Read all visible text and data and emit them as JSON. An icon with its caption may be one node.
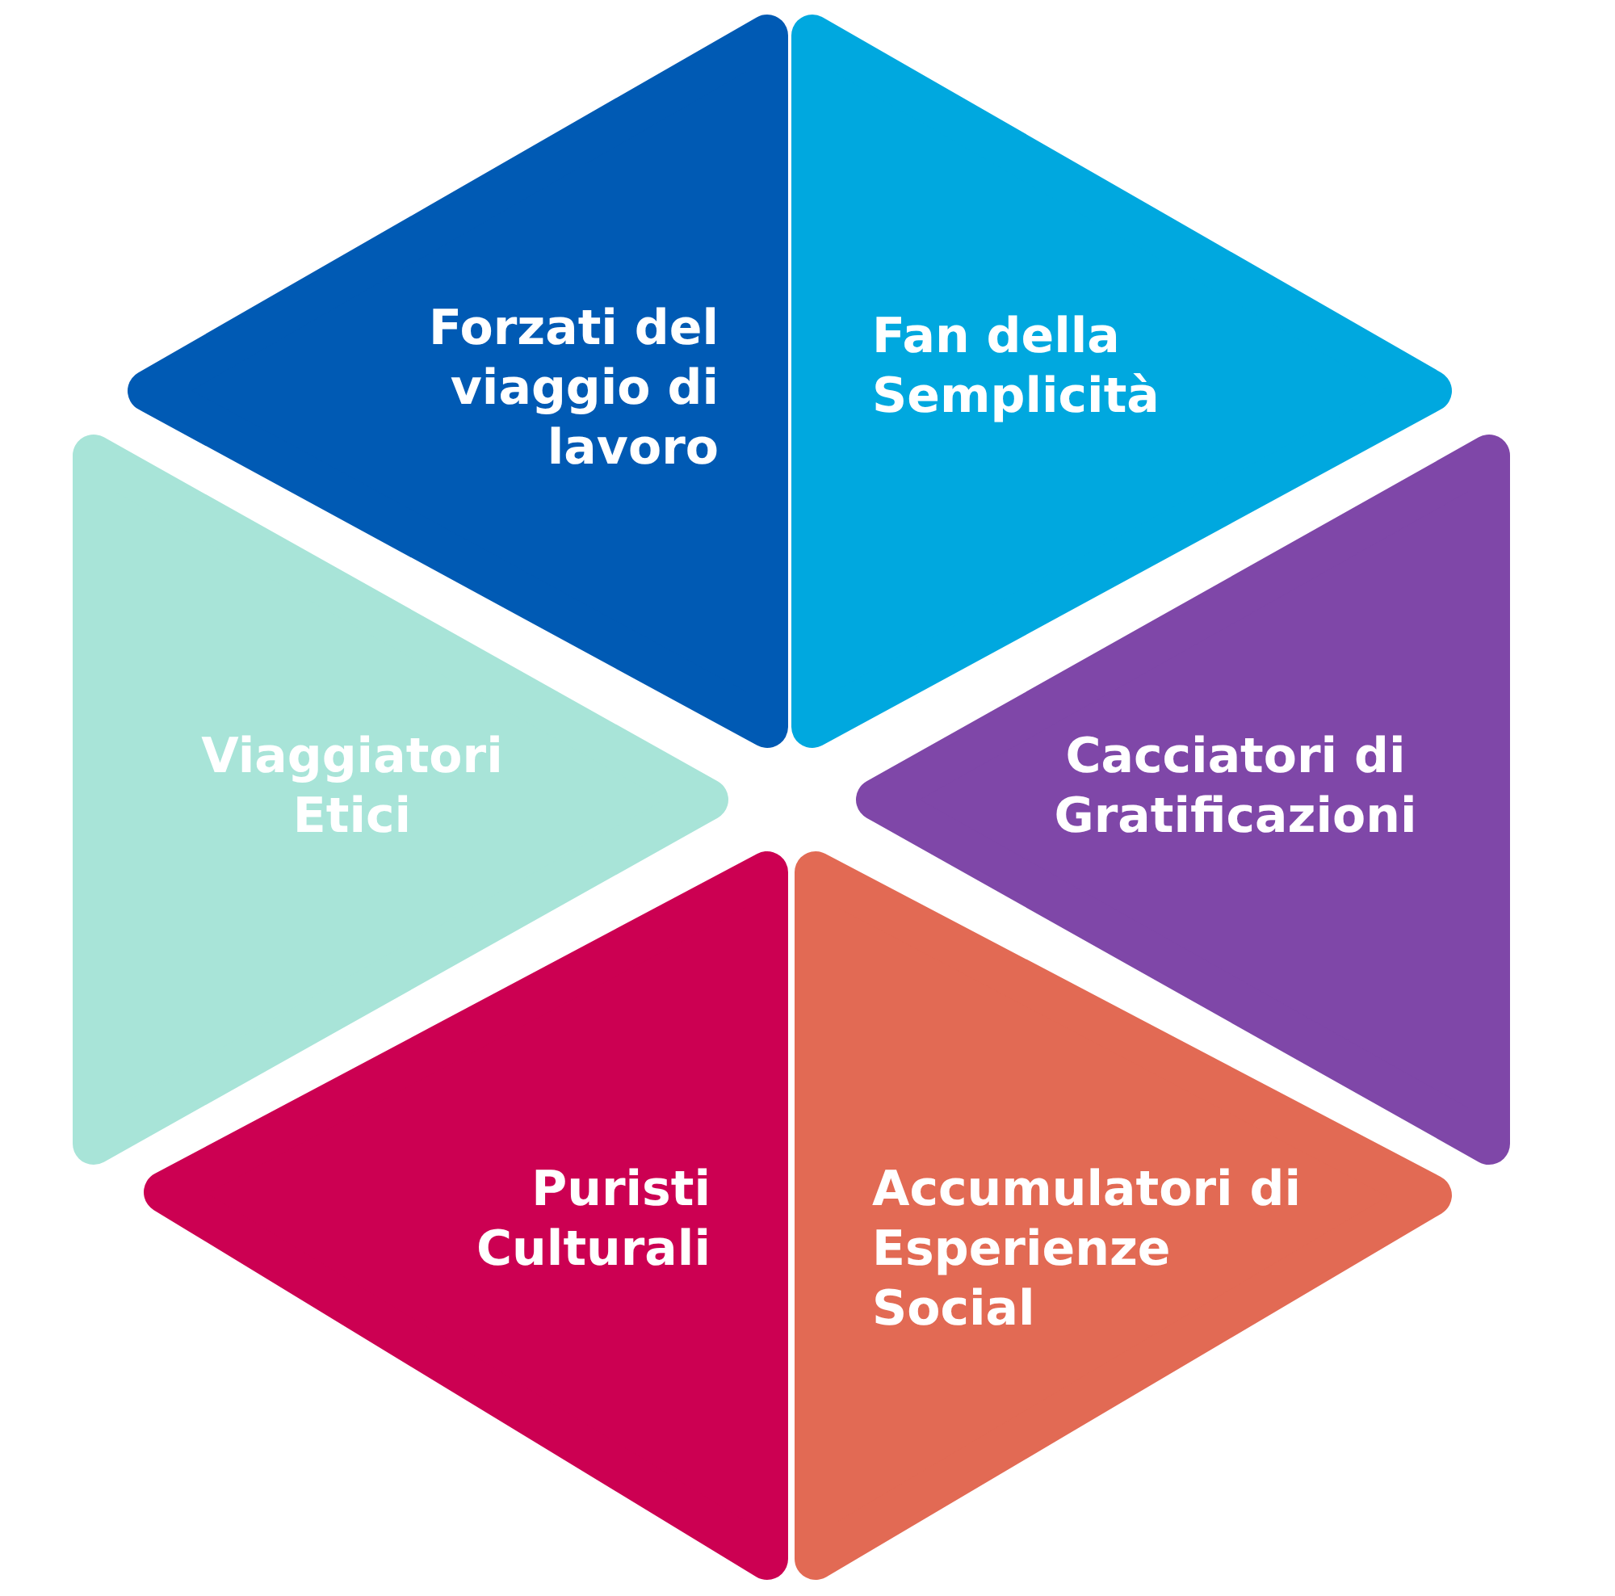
{
  "diagram": {
    "nodes": [
      {
        "text": [
          "Forzati del viaggio di lavoro"
        ]
      },
      {
        "text": [
          "Fan della Semplicità"
        ]
      },
      {
        "text": [
          "Viaggiatori Etici"
        ]
      },
      {
        "text": [
          "Cacciatori di Gratificazioni"
        ]
      },
      {
        "text": [
          "Puristi Culturali"
        ]
      },
      {
        "text": [
          "Accumulatori di Esperienze Social"
        ]
      }
    ]
  }
}
